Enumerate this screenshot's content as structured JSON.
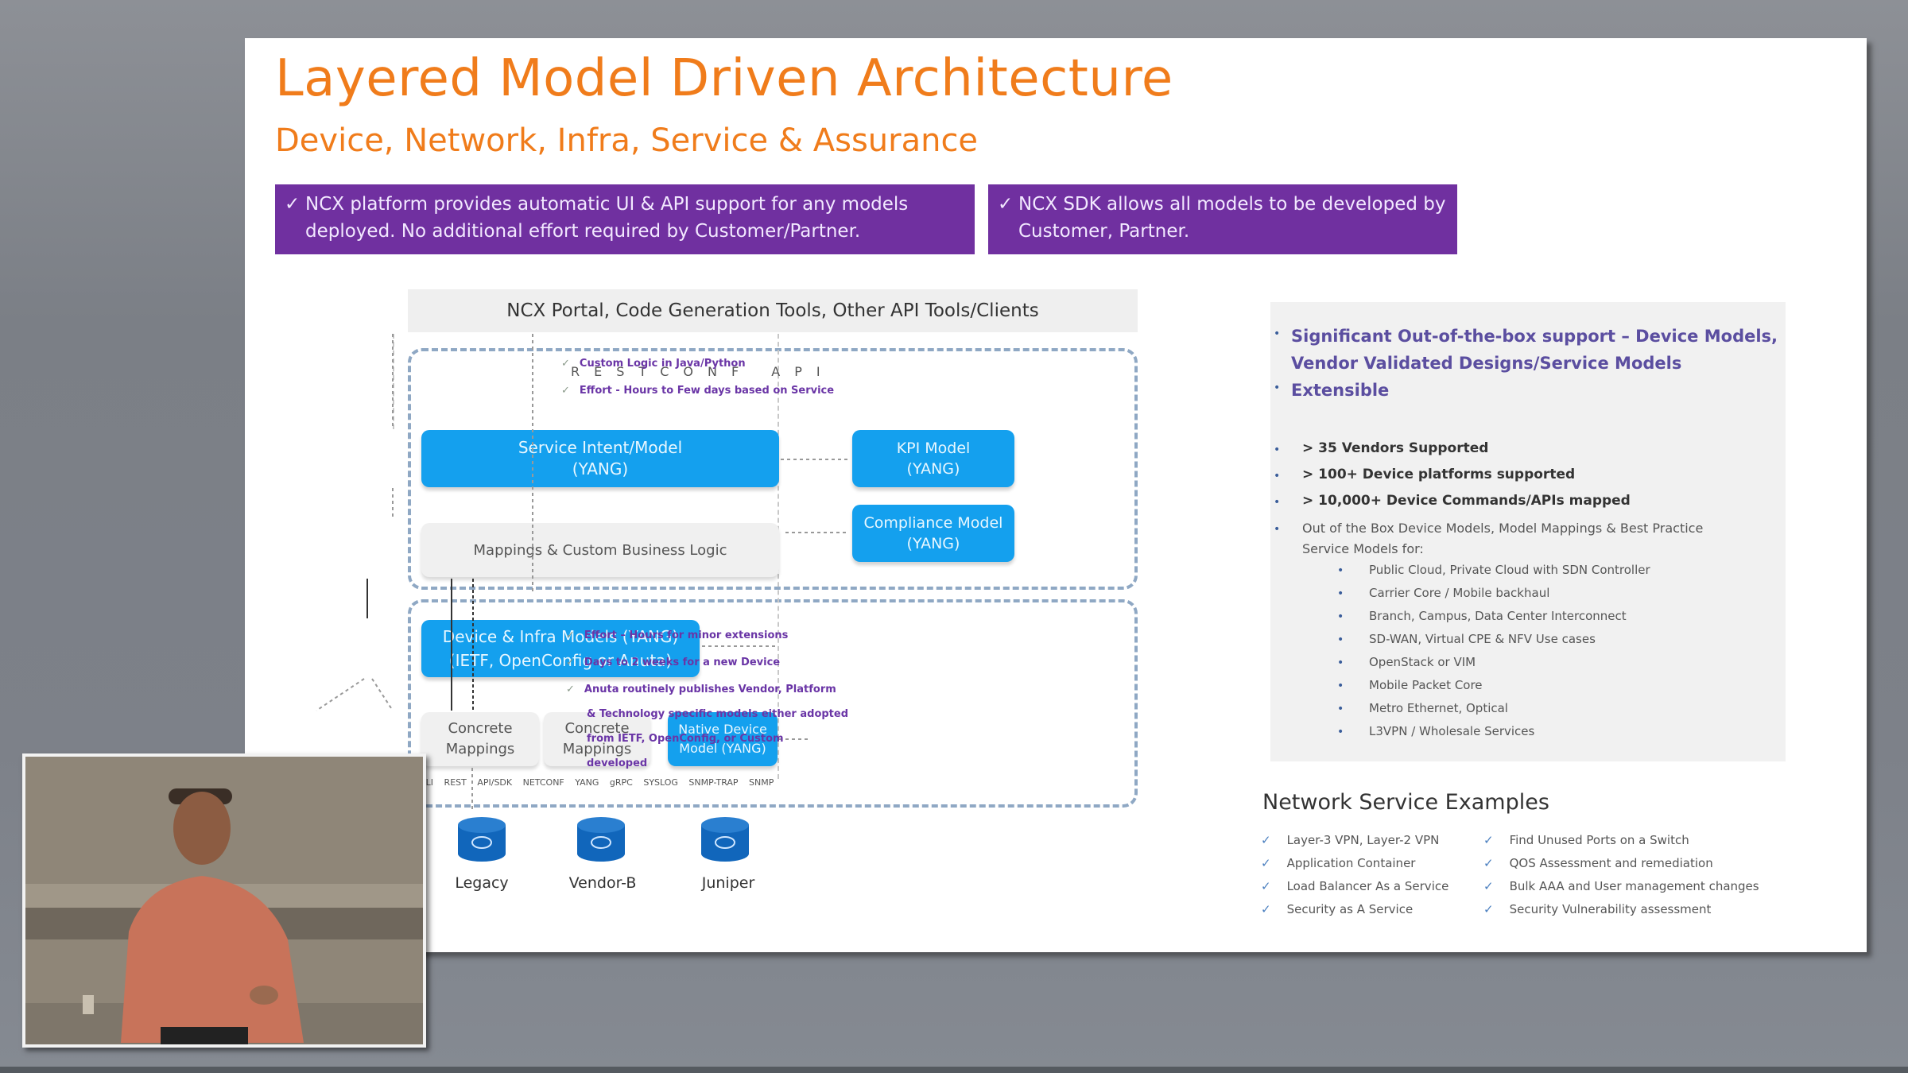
{
  "slide": {
    "title": "Layered Model Driven Architecture",
    "subtitle": "Device, Network, Infra, Service & Assurance",
    "banners": [
      {
        "check": "✓",
        "line1": "NCX platform provides automatic UI & API support for any models",
        "line2": "deployed. No additional effort required by Customer/Partner."
      },
      {
        "check": "✓",
        "line1": "NCX SDK allows all models to be developed by",
        "line2": "Customer, Partner."
      }
    ],
    "colors": {
      "title": "#f07c1b",
      "banner": "#7030a0",
      "model_box": "#14a0ee",
      "note_text": "#6a35a6"
    }
  },
  "diagram": {
    "portal": "NCX Portal, Code Generation Tools, Other API Tools/Clients",
    "restconf": "RESTCONF API",
    "upper_notes": [
      "Custom Logic in Java/Python",
      "Effort - Hours to Few days based on Service"
    ],
    "service_model": {
      "line1": "Service Intent/Model",
      "line2": "(YANG)"
    },
    "kpi_model": {
      "line1": "KPI Model",
      "line2": "(YANG)"
    },
    "compliance_model": {
      "line1": "Compliance Model",
      "line2": "(YANG)"
    },
    "mappings": "Mappings & Custom Business Logic",
    "device_models": {
      "line1": "Device & Infra Models (YANG)",
      "line2": "(IETF, OpenConfig or Anuta)"
    },
    "concrete1": {
      "line1": "Concrete",
      "line2": "Mappings"
    },
    "concrete2": {
      "line1": "Concrete",
      "line2": "Mappings"
    },
    "native": {
      "line1": "Native Device",
      "line2": "Model (YANG)"
    },
    "protocols": "CLI REST API/SDK NETCONF YANG gRPC SYSLOG SNMP-TRAP SNMP",
    "lower_notes": [
      "Effort – Hours for minor extensions",
      "Days to 2 weeks for a new Device",
      "Anuta routinely publishes Vendor, Platform",
      "& Technology specific models either adopted",
      "from IETF, OpenConfig, or Custom",
      "developed"
    ],
    "devices": [
      "Legacy",
      "Vendor-B",
      "Juniper"
    ]
  },
  "panel": {
    "highlights": [
      "Significant Out-of-the-box support – Device Models,",
      "Vendor Validated Designs/Service Models",
      "Extensible"
    ],
    "stats": [
      "> 35 Vendors Supported",
      "> 100+ Device platforms supported",
      "> 10,000+ Device Commands/APIs mapped"
    ],
    "ootb_line1": "Out of the Box Device Models, Model Mappings & Best Practice",
    "ootb_line2": "Service Models for:",
    "use_cases": [
      "Public Cloud, Private Cloud with SDN Controller",
      "Carrier Core / Mobile backhaul",
      "Branch, Campus, Data Center Interconnect",
      "SD-WAN, Virtual CPE & NFV Use cases",
      "OpenStack or VIM",
      "Mobile Packet Core",
      "Metro Ethernet, Optical",
      "L3VPN / Wholesale Services"
    ]
  },
  "examples": {
    "title": "Network Service Examples",
    "left": [
      "Layer-3 VPN, Layer-2 VPN",
      "Application Container",
      "Load Balancer As a Service",
      "Security as A Service"
    ],
    "right": [
      "Find Unused Ports on a Switch",
      "QOS Assessment and remediation",
      "Bulk AAA and User management changes",
      "Security Vulnerability assessment"
    ]
  },
  "video": {
    "label": "presenter-video"
  }
}
